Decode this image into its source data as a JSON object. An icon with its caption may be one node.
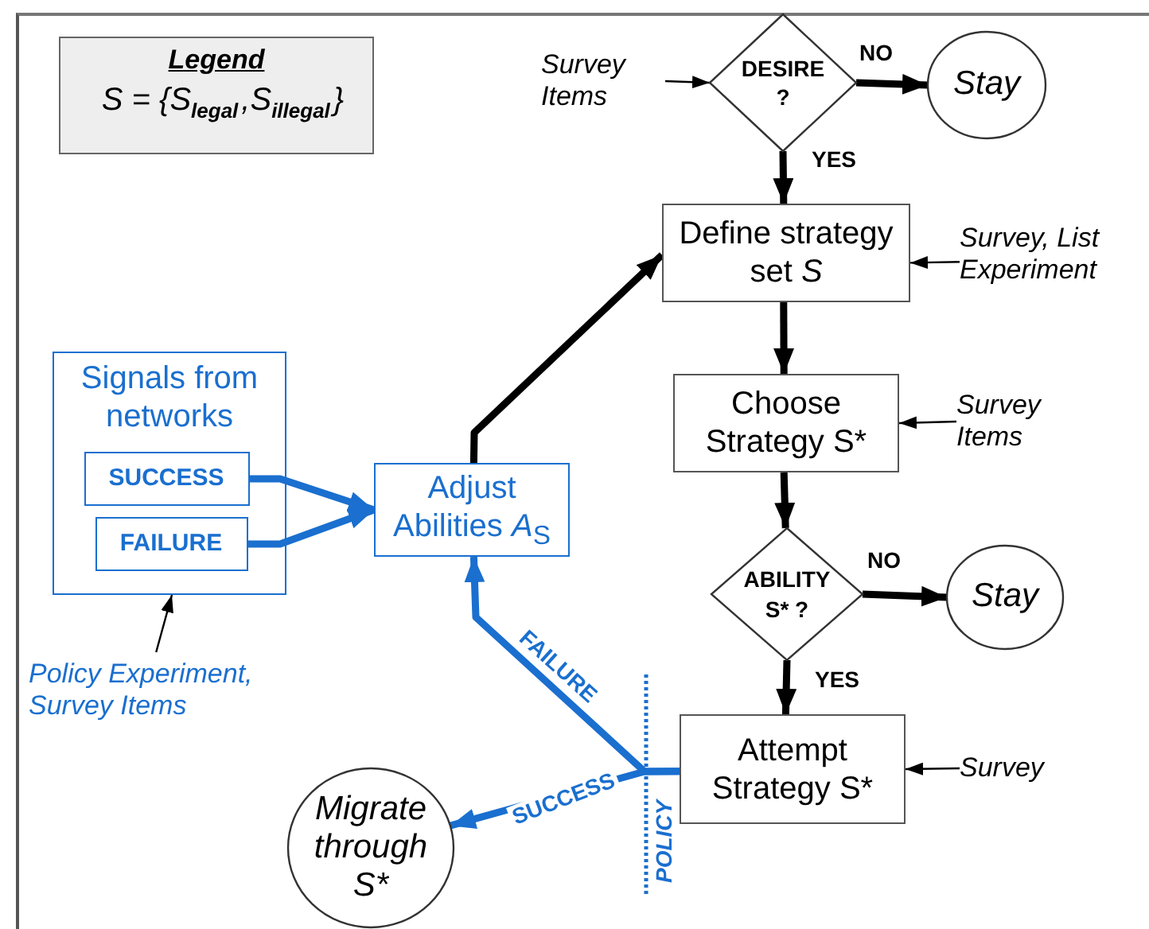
{
  "diagram": {
    "nodes": [
      {
        "text": [
          "Legend",
          "S = {S$_{legal}$,S$_{illegal}$}"
        ]
      },
      {
        "text": [
          "Survey Items"
        ]
      },
      {
        "text": [
          "DESIRE ?"
        ]
      },
      {
        "text": [
          "Stay"
        ]
      },
      {
        "text": [
          "Define strategy set *S*"
        ]
      },
      {
        "text": [
          "Survey, List Experiment"
        ]
      },
      {
        "text": [
          "Signals from networks"
        ]
      },
      {
        "text": [
          "SUCCESS"
        ],
        "in": 6
      },
      {
        "text": [
          "FAILURE"
        ],
        "in": 6
      },
      {
        "text": [
          "Adjust Abilities *A*$_{S}$"
        ]
      },
      {
        "text": [
          "Choose Strategy S*"
        ]
      },
      {
        "text": [
          "Survey Items"
        ]
      },
      {
        "text": [
          "Policy Experiment, Survey Items"
        ]
      },
      {
        "text": [
          "ABILITY S* ?"
        ]
      },
      {
        "text": [
          "Stay"
        ]
      },
      {
        "text": [
          "Attempt Strategy S*"
        ]
      },
      {
        "text": [
          "Survey"
        ]
      },
      {
        "text": [
          "Migrate through S*"
        ]
      }
    ],
    "edges": [
      {
        "from": 1,
        "to": 2,
        "arrow": "to"
      },
      {
        "from": 2,
        "to": 3,
        "arrow": "to",
        "label": "NO"
      },
      {
        "from": 2,
        "to": 4,
        "arrow": "to",
        "label": "YES"
      },
      {
        "from": 5,
        "to": 4,
        "arrow": "to"
      },
      {
        "from": 4,
        "to": 10,
        "arrow": "to"
      },
      {
        "from": 9,
        "to": 4,
        "arrow": "to"
      },
      {
        "from": 11,
        "to": 10,
        "arrow": "to"
      },
      {
        "from": 10,
        "to": 13,
        "arrow": "to"
      },
      {
        "from": 13,
        "to": 14,
        "arrow": "to",
        "label": "NO"
      },
      {
        "from": 13,
        "to": 15,
        "arrow": "to",
        "label": "YES"
      },
      {
        "from": 16,
        "to": 15,
        "arrow": "to"
      },
      {
        "from": 7,
        "to": 9,
        "arrow": "to",
        "color": "#1a6fcf"
      },
      {
        "from": 8,
        "to": 9,
        "arrow": "to",
        "color": "#1a6fcf"
      },
      {
        "from": 12,
        "to": 6,
        "arrow": "to"
      },
      {
        "from": 15,
        "to": 9,
        "arrow": "to",
        "label": "FAILURE",
        "color": "#1a6fcf"
      },
      {
        "from": 15,
        "to": 17,
        "arrow": "to",
        "label": "SUCCESS",
        "color": "#1a6fcf"
      }
    ],
    "labels": [
      "POLICY"
    ]
  }
}
